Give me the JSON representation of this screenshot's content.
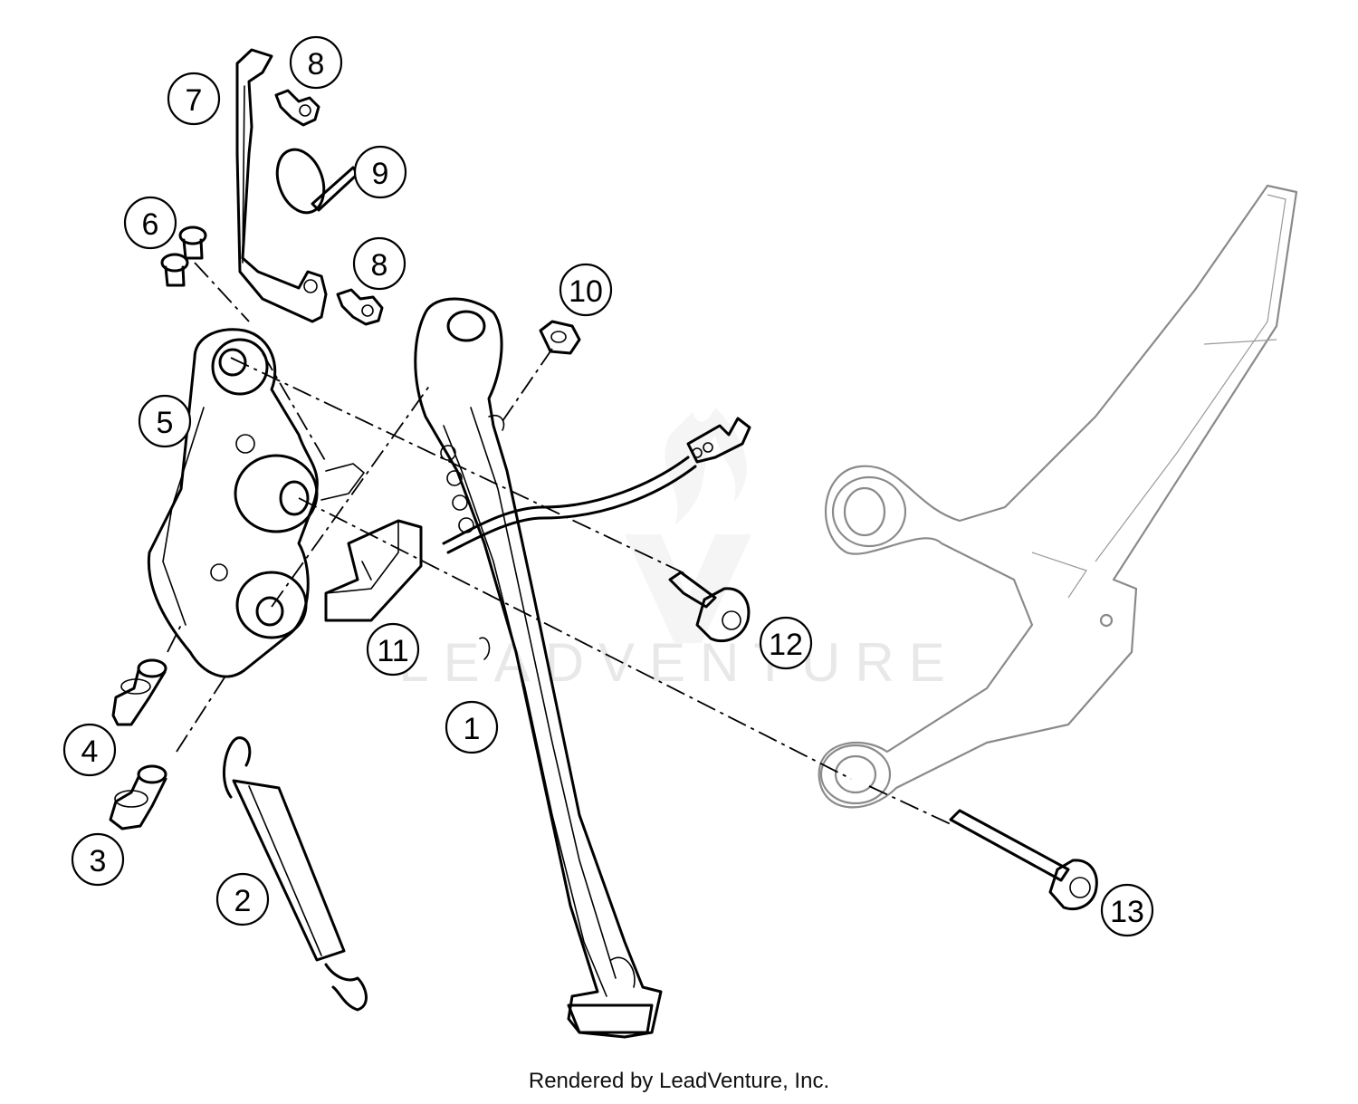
{
  "watermark": {
    "wordmark": "LEADVENTURE"
  },
  "credit": "Rendered by LeadVenture, Inc.",
  "callouts": [
    {
      "id": "1",
      "label": "1"
    },
    {
      "id": "2",
      "label": "2"
    },
    {
      "id": "3",
      "label": "3"
    },
    {
      "id": "4",
      "label": "4"
    },
    {
      "id": "5",
      "label": "5"
    },
    {
      "id": "6",
      "label": "6"
    },
    {
      "id": "7",
      "label": "7"
    },
    {
      "id": "8a",
      "label": "8"
    },
    {
      "id": "8b",
      "label": "8"
    },
    {
      "id": "9",
      "label": "9"
    },
    {
      "id": "10",
      "label": "10"
    },
    {
      "id": "11",
      "label": "11"
    },
    {
      "id": "12",
      "label": "12"
    },
    {
      "id": "13",
      "label": "13"
    }
  ],
  "colors": {
    "ink": "#000000",
    "ghost": "#8a8a8a",
    "watermark": "#e8e8e8",
    "background": "#ffffff"
  }
}
